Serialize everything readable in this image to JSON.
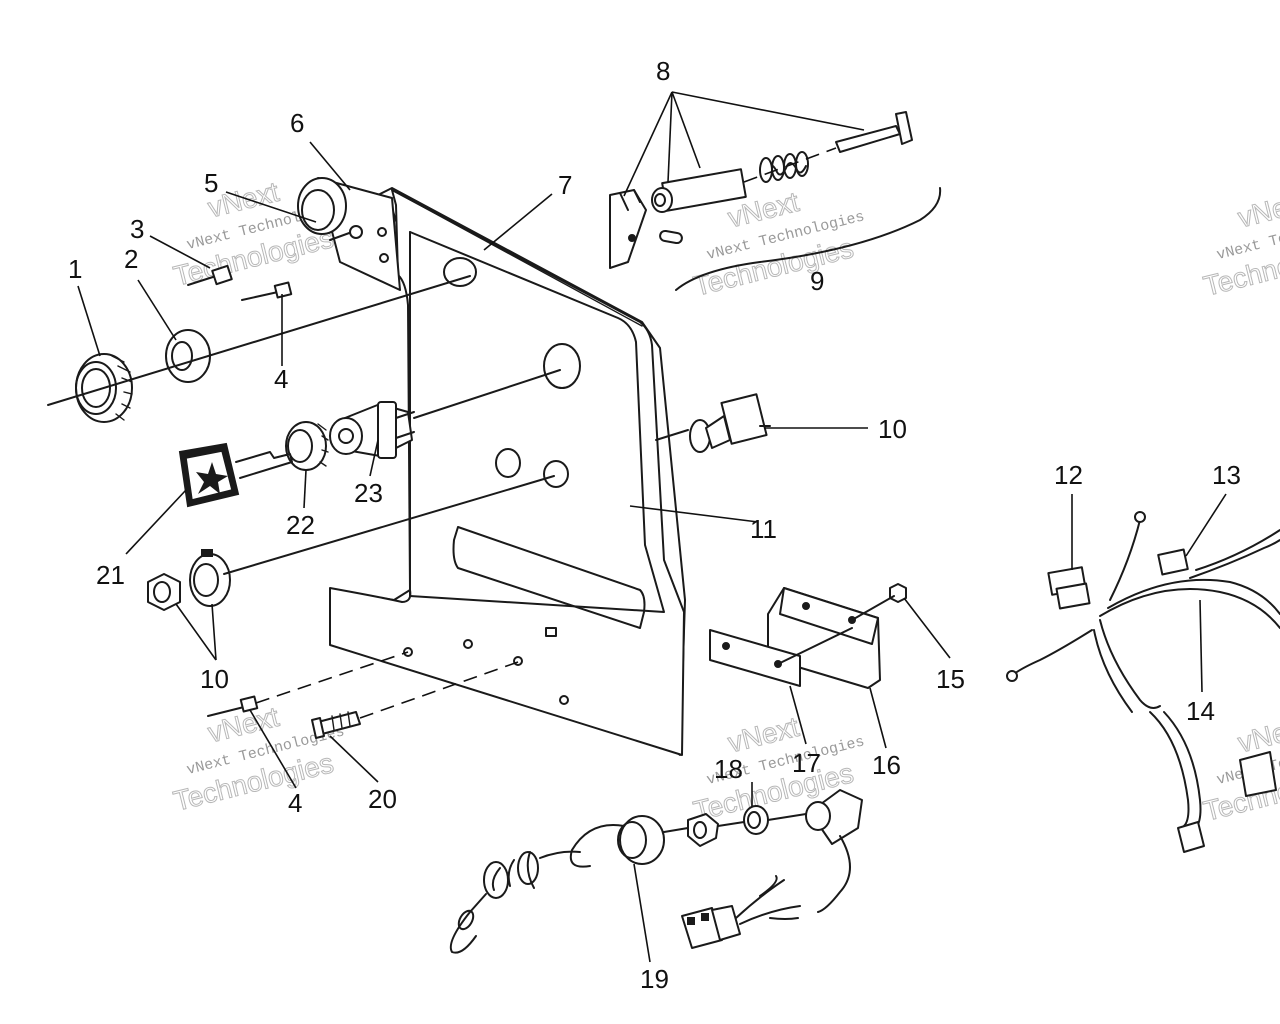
{
  "diagram": {
    "callouts": [
      "1",
      "2",
      "3",
      "4",
      "5",
      "6",
      "7",
      "8",
      "9",
      "10",
      "11",
      "12",
      "13",
      "14",
      "15",
      "16",
      "17",
      "18",
      "19",
      "20",
      "21",
      "22",
      "23",
      "4",
      "10"
    ],
    "watermark": {
      "line1": "vNext Technologies",
      "line2": "vNext",
      "line3": "Technologies"
    }
  }
}
